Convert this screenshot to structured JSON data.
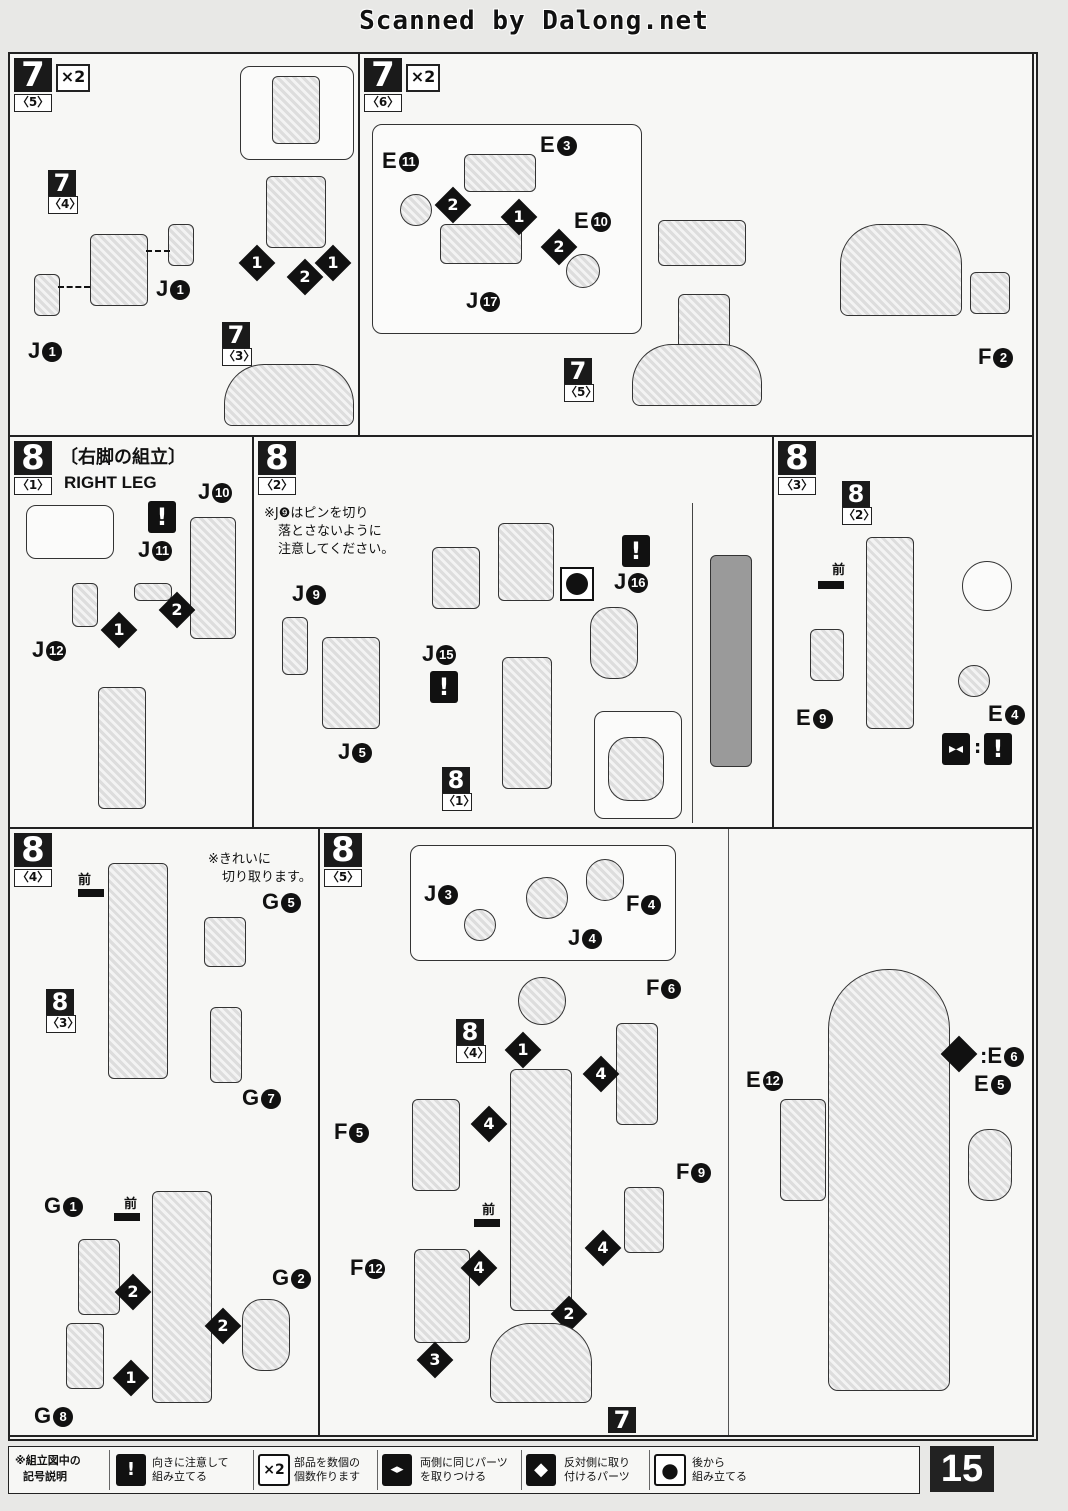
{
  "watermark": "Scanned by Dalong.net",
  "panels": {
    "p7_5": {
      "step": "7",
      "sub": "〈5〉",
      "mult": "×2",
      "ref_step": "7",
      "ref_sub": "〈4〉",
      "ref2_step": "7",
      "ref2_sub": "〈3〉",
      "labels": [
        "J",
        "J"
      ],
      "label_nums": [
        "1",
        "1"
      ],
      "assembly_nums": [
        "1",
        "2",
        "1"
      ]
    },
    "p7_6": {
      "step": "7",
      "sub": "〈6〉",
      "mult": "×2",
      "ref_step": "7",
      "ref_sub": "〈5〉",
      "labels": [
        "E",
        "E",
        "E",
        "J"
      ],
      "label_nums": [
        "11",
        "3",
        "10",
        "17"
      ],
      "assembly_nums": [
        "2",
        "1",
        "2"
      ],
      "right_label": "F",
      "right_num": "2"
    },
    "p8_1": {
      "step": "8",
      "sub": "〈1〉",
      "title_jp": "〔右脚の組立〕",
      "title_en": "RIGHT LEG",
      "labels": [
        "J",
        "J",
        "J"
      ],
      "label_nums": [
        "10",
        "11",
        "12"
      ],
      "assembly_nums": [
        "2",
        "1"
      ]
    },
    "p8_2": {
      "step": "8",
      "sub": "〈2〉",
      "note": "※J❾はピンを切り落とさないように注意してください。",
      "note_lines": [
        "※J❾はピンを切り",
        "落とさないように",
        "注意してください。"
      ],
      "labels": [
        "J",
        "J",
        "J",
        "J"
      ],
      "label_nums": [
        "9",
        "5",
        "15",
        "16"
      ],
      "ref_step": "8",
      "ref_sub": "〈1〉"
    },
    "p8_3": {
      "step": "8",
      "sub": "〈3〉",
      "ref_step": "8",
      "ref_sub": "〈2〉",
      "front": "前",
      "labels": [
        "E",
        "E"
      ],
      "label_nums": [
        "9",
        "4"
      ]
    },
    "p8_4": {
      "step": "8",
      "sub": "〈4〉",
      "front": "前",
      "front2": "前",
      "note_lines": [
        "※きれいに",
        "切り取ります。"
      ],
      "ref_step": "8",
      "ref_sub": "〈3〉",
      "labels": [
        "G",
        "G",
        "G",
        "G",
        "G"
      ],
      "label_nums": [
        "5",
        "7",
        "1",
        "2",
        "8"
      ],
      "assembly_nums": [
        "2",
        "2",
        "1"
      ]
    },
    "p8_5": {
      "step": "8",
      "sub": "〈5〉",
      "ref_step": "8",
      "ref_sub": "〈4〉",
      "ref2_step": "7",
      "front": "前",
      "labels": [
        "J",
        "J",
        "F",
        "F",
        "F",
        "F",
        "F"
      ],
      "label_nums": [
        "3",
        "4",
        "4",
        "6",
        "5",
        "9",
        "12"
      ],
      "assembly_nums": [
        "1",
        "4",
        "4",
        "4",
        "4",
        "2",
        "3"
      ]
    },
    "p8_6": {
      "labels": [
        "E",
        "E",
        "E"
      ],
      "label_nums": [
        "12",
        "6",
        "5"
      ]
    }
  },
  "legend": {
    "heading": [
      "※組立図中の",
      "記号説明"
    ],
    "items": [
      {
        "icon": "!",
        "lines": [
          "向きに注意して",
          "組み立てる"
        ]
      },
      {
        "icon": "×2",
        "lines": [
          "部品を数個の",
          "個数作ります"
        ]
      },
      {
        "icon": "◂▸",
        "lines": [
          "両側に同じパーツ",
          "を取りつける"
        ]
      },
      {
        "icon": "◆",
        "lines": [
          "反対側に取り",
          "付けるパーツ"
        ]
      },
      {
        "icon": "●",
        "lines": [
          "後から",
          "組み立てる"
        ]
      }
    ]
  },
  "page_number": "15",
  "colors": {
    "ink": "#111111",
    "paper": "#f7f7f5"
  }
}
